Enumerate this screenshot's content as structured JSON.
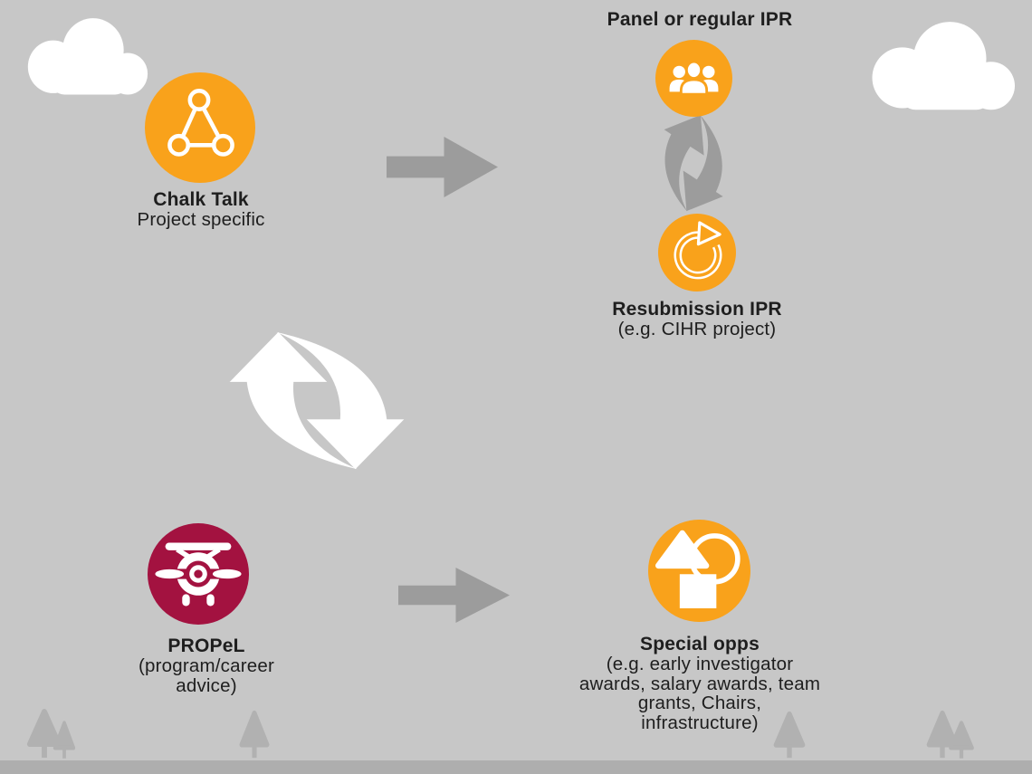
{
  "diagram_title": "",
  "colors": {
    "background": "#c7c7c7",
    "accent_orange": "#f9a21b",
    "accent_maroon": "#a31240",
    "connector_gray": "#9c9c9c",
    "decoration_white": "#ffffff",
    "ground_gray": "#aeaeae",
    "tree_gray": "#b1b1b1",
    "text": "#1e1e1e"
  },
  "nodes": {
    "chalk_talk": {
      "label": "Chalk Talk",
      "sublabel": "Project specific",
      "icon": "network-triangle-icon",
      "bubble_color": "#f9a21b"
    },
    "panel_ipr": {
      "label": "Panel or regular IPR",
      "icon": "people-group-icon",
      "bubble_color": "#f9a21b"
    },
    "resubmission_ipr": {
      "label": "Resubmission IPR",
      "sublabel": "(e.g. CIHR project)",
      "icon": "refresh-circular-arrow-icon",
      "bubble_color": "#f9a21b"
    },
    "propel": {
      "label": "PROPeL",
      "sublabel_lines": [
        "(program/career",
        "advice)"
      ],
      "icon": "propeller-plane-icon",
      "bubble_color": "#a31240"
    },
    "special_opps": {
      "label": "Special opps",
      "sublabel_lines": [
        "(e.g. early investigator",
        "awards, salary awards, team",
        "grants, Chairs,",
        "infrastructure)"
      ],
      "icon": "geometric-shapes-icon",
      "bubble_color": "#f9a21b"
    }
  },
  "connectors": {
    "top_arrow": "right-arrow from Chalk Talk to Panel or regular IPR",
    "bottom_arrow": "right-arrow from PROPeL to Special opps",
    "vertical_cycle": "two-way cycle between Panel or regular IPR and Resubmission IPR",
    "center_cycle": "large white cycle between upper flow and lower flow"
  },
  "decorations": {
    "clouds": 2,
    "trees": 6,
    "ground": "horizontal strip at bottom"
  }
}
